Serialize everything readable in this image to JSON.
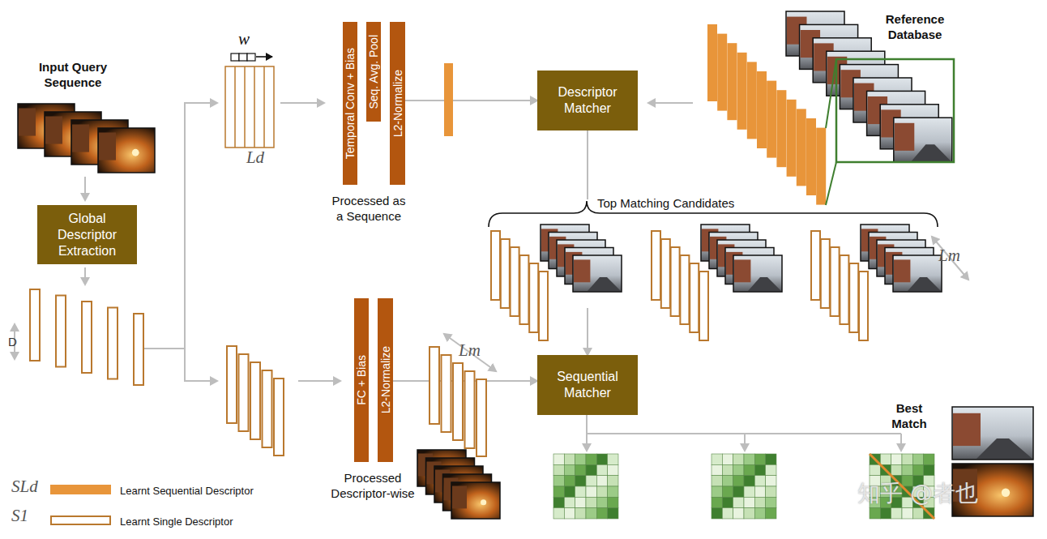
{
  "diagram": {
    "nodes": [
      {
        "text": [
          "Global Descriptor Extraction"
        ]
      },
      {
        "text": [
          "Temporal Conv + Bias"
        ]
      },
      {
        "text": [
          "Seq. Avg. Pool"
        ]
      },
      {
        "text": [
          "L2-Normalize"
        ]
      },
      {
        "text": [
          "Descriptor Matcher"
        ]
      },
      {
        "text": [
          "Sequential Matcher"
        ]
      },
      {
        "text": [
          "FC + Bias"
        ]
      },
      {
        "text": [
          "L2-Normalize"
        ]
      }
    ],
    "edges": [
      {
        "from": 3,
        "to": 4,
        "arrow": "to"
      },
      {
        "from": 4,
        "to": 5,
        "arrow": "to"
      },
      {
        "from": 7,
        "to": 5,
        "arrow": "to"
      }
    ],
    "labels": [
      "Input Query Sequence",
      "w",
      "Ld",
      "Processed as a Sequence",
      "Reference Database",
      "Top Matching Candidates",
      "Lm",
      "D",
      "Lm",
      "Processed Descriptor-wise",
      "Best Match",
      "SLd",
      "S1",
      "知乎 @者也"
    ],
    "legend": [
      {
        "text": "Learnt Sequential Descriptor",
        "color": "#e8953a"
      },
      {
        "text": "Learnt Single Descriptor"
      }
    ]
  }
}
